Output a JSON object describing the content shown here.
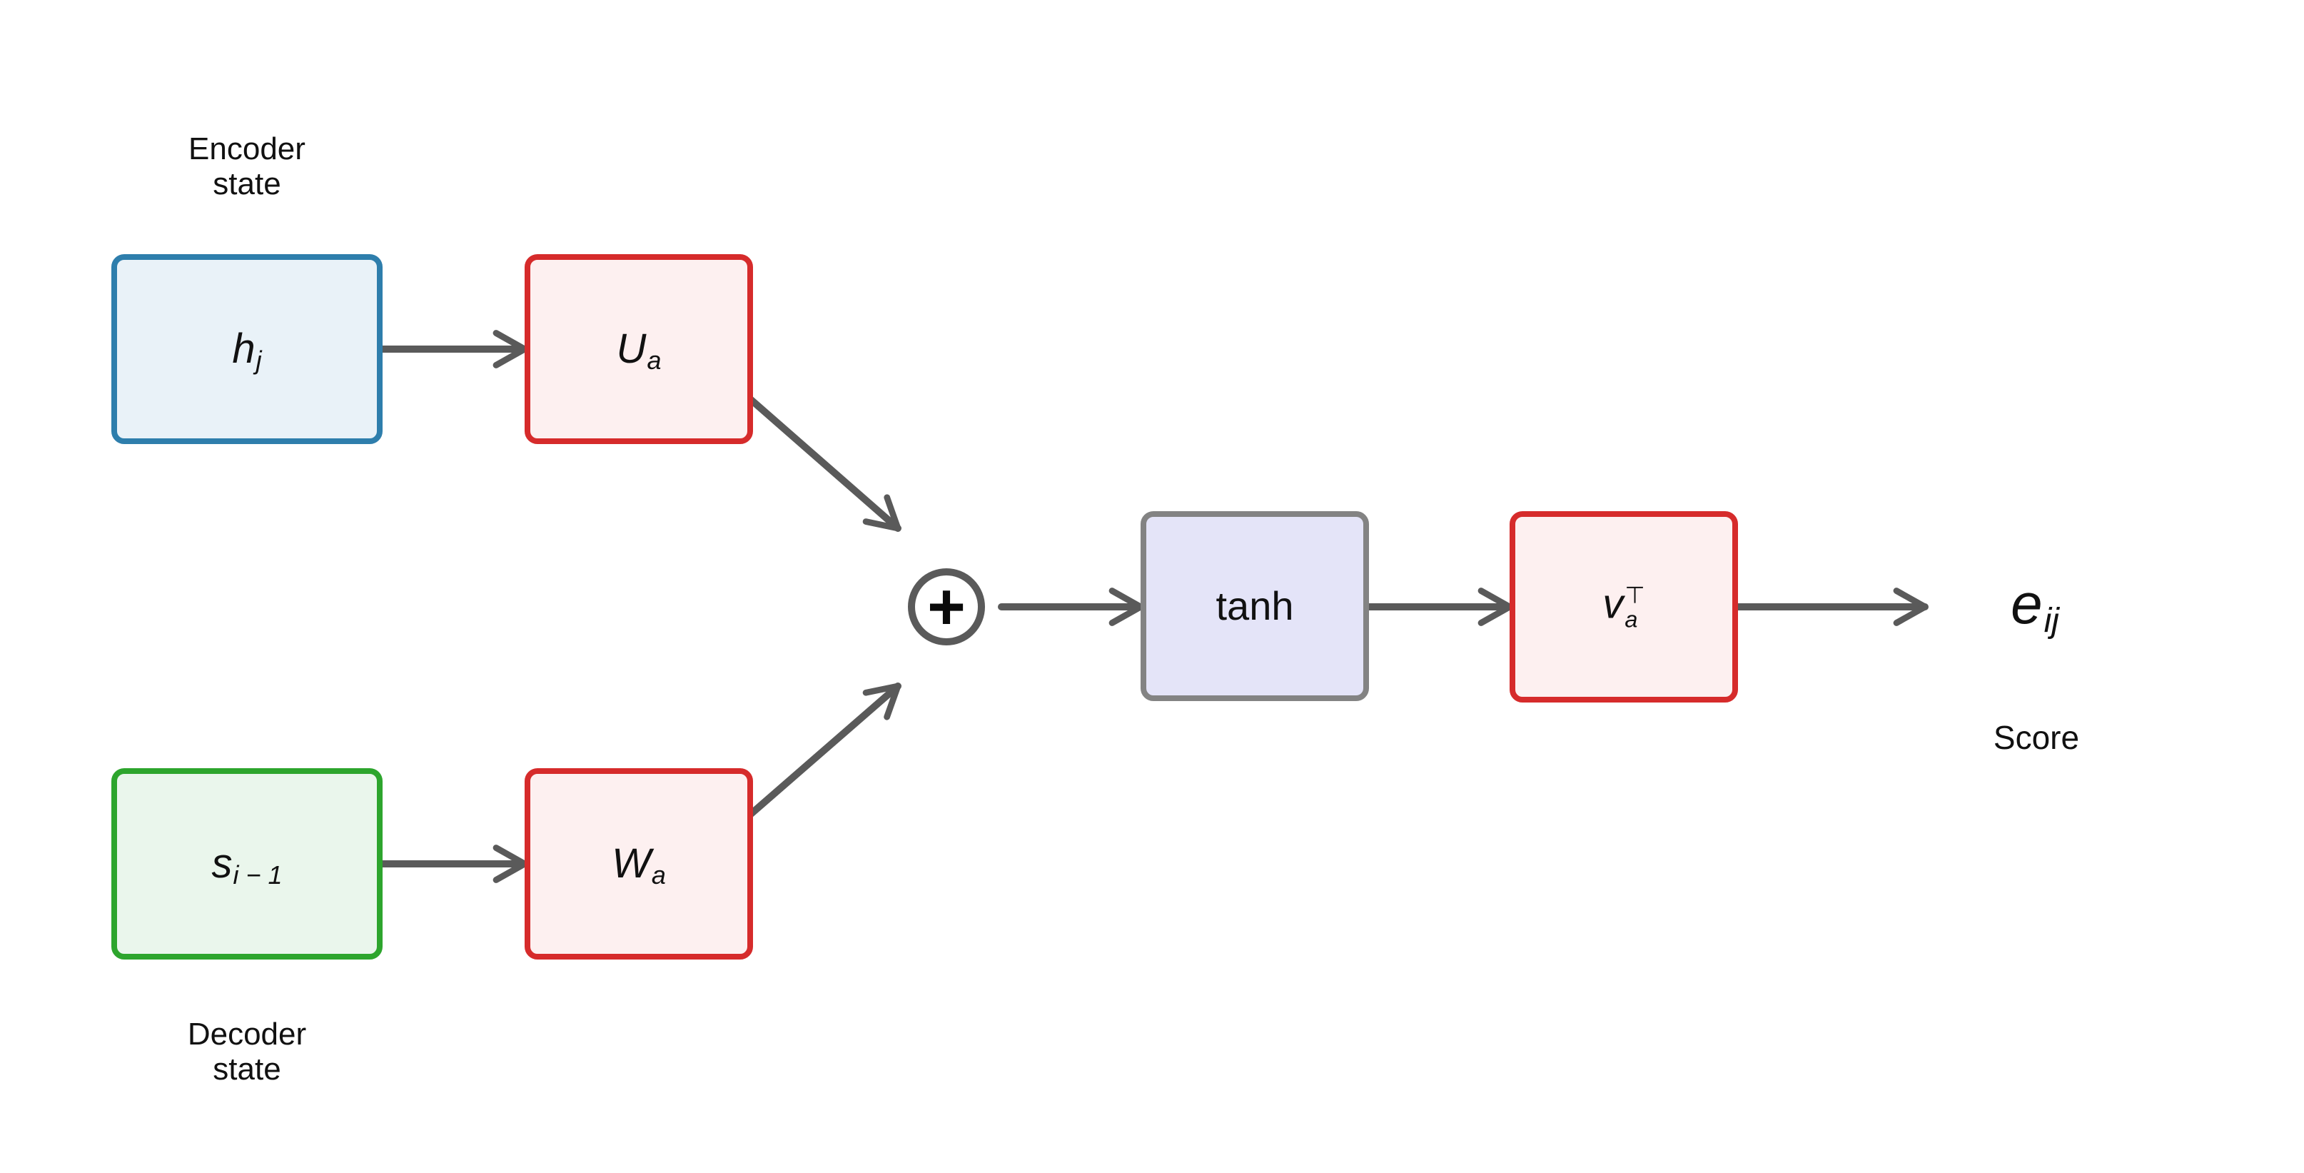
{
  "annotations": {
    "encoder_state": "Encoder\nstate",
    "decoder_state": "Decoder\nstate",
    "score": "Score"
  },
  "nodes": {
    "encoder_hidden": {
      "base": "h",
      "sub": "j"
    },
    "ua": {
      "base": "U",
      "sub": "a"
    },
    "decoder_prev": {
      "base": "s",
      "sub": "i − 1"
    },
    "wa": {
      "base": "W",
      "sub": "a"
    },
    "tanh": {
      "label": "tanh"
    },
    "va": {
      "base": "v",
      "sub": "a",
      "sup": "⊤"
    },
    "output": {
      "base": "e",
      "sub": "ij"
    }
  },
  "operators": {
    "sum": "+"
  },
  "colors": {
    "encoder_border": "#2e7eac",
    "encoder_fill": "#e9f2f8",
    "decoder_border": "#2da52d",
    "decoder_fill": "#eaf6ec",
    "weight_border": "#d62b2b",
    "weight_fill": "#fdf0f0",
    "tanh_border": "#838383",
    "tanh_fill": "#e4e4f8",
    "arrow": "#5a5a5a",
    "text": "#111111"
  }
}
